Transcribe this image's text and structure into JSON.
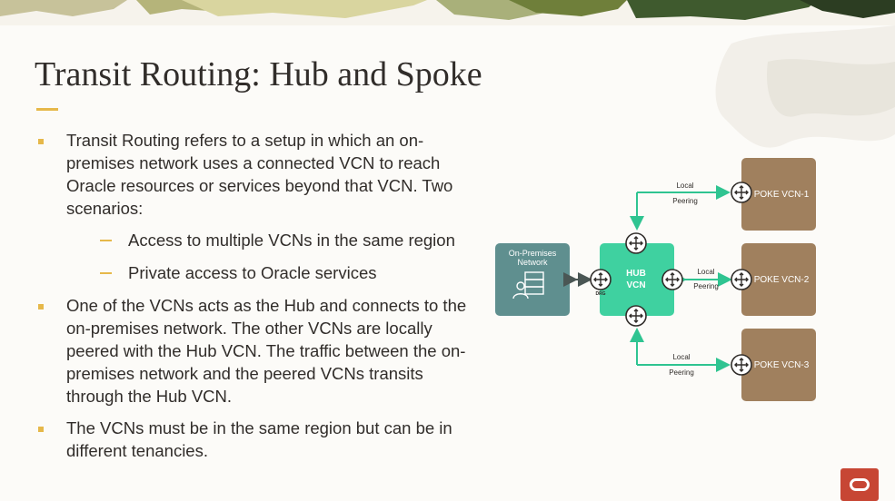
{
  "slide": {
    "title": "Transit Routing: Hub and Spoke",
    "bullets": [
      "Transit Routing refers to a setup in which an on-premises network uses a connected VCN to reach Oracle resources or services beyond that VCN. Two scenarios:",
      "One of the VCNs acts as the Hub and connects to the on-premises network. The other VCNs are locally peered with the Hub VCN. The traffic between the on-premises network and the peered VCNs transits through the Hub VCN.",
      "The VCNs must be in the same region but can be in different tenancies."
    ],
    "sub_bullets": [
      "Access to multiple VCNs in the same region",
      "Private access to Oracle services"
    ]
  },
  "diagram": {
    "onprem_label_line1": "On-Premises",
    "onprem_label_line2": "Network",
    "drg_label": "DRG",
    "hub_label_line1": "HUB",
    "hub_label_line2": "VCN",
    "spokes": [
      "POKE VCN-1",
      "POKE VCN-2",
      "POKE VCN-3"
    ],
    "peering_top_word": "Local",
    "peering_bottom_word": "Peering"
  },
  "colors": {
    "accent": "#e6b84a",
    "hub": "#3fd1a0",
    "onprem": "#5f8f8f",
    "spoke": "#a0805e",
    "arrow": "#2fc491",
    "oracle_red": "#c74634"
  }
}
